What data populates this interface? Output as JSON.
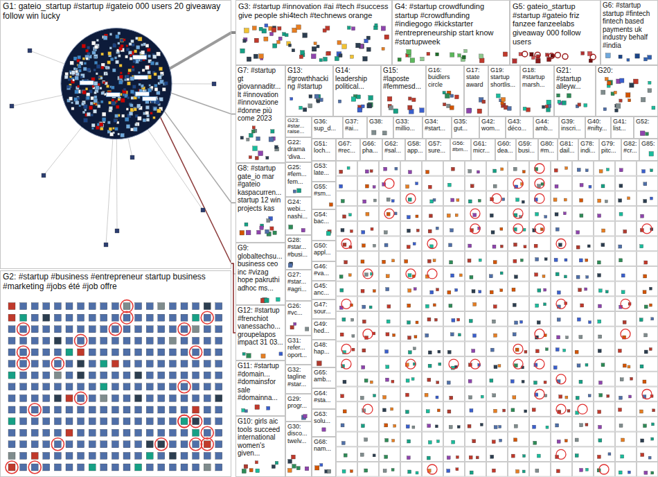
{
  "diagram": {
    "nodes": [
      {
        "text": [
          "G1: gateio_startup #startup #gateio 000 users 20 giveaway follow win lucky"
        ]
      },
      {
        "text": [
          "G2: #startup #business #entrepreneur startup business #marketing #jobs été #job offre"
        ]
      },
      {
        "text": [
          "G3: #startup #innovation #ai #tech #success give people shi4tech #technews orange"
        ]
      },
      {
        "text": [
          "G4: #startup crowdfunding startup #crowdfunding #indiegogo #kickstarter #entrepreneurship start know #startupweek"
        ]
      },
      {
        "text": [
          "G5: gateio_startup #startup #gateio friz fanzee fanzeelabs giveaway 000 follow users"
        ]
      },
      {
        "text": [
          "G6: #startup startup #fintech fintech based payments uk industry behalf #india"
        ]
      },
      {
        "text": [
          "G7: #startup gt giovannaditr... lt #innovation #innovazione #donne più come 2023"
        ]
      },
      {
        "text": [
          "G8: #startup gate_io mar #gateio kaspacurren... startup 12 win projects kas"
        ]
      },
      {
        "text": [
          "G9: globaltechsu... business ceo inc #vizag hope pakruthi adhoc ms..."
        ]
      },
      {
        "text": [
          "G12: #startup #frenchiot vanessacho... groupelapos impact 31 03..."
        ]
      },
      {
        "text": [
          "G11: #startup #domain... #domainsfor sale #domainna..."
        ]
      },
      {
        "text": [
          "G10: girls aic tools succeed international women's given..."
        ]
      },
      {
        "text": [
          "G13: #growthhacking #startup"
        ]
      },
      {
        "text": [
          "G14: leadership political..."
        ]
      },
      {
        "text": [
          "G15: #laposte #femmesd..."
        ]
      },
      {
        "text": [
          "G16: buidlers circle"
        ]
      },
      {
        "text": [
          "G17: state award"
        ]
      },
      {
        "text": [
          "G19: startup shortlis..."
        ]
      },
      {
        "text": [
          "G18: #startup marsh..."
        ]
      },
      {
        "text": [
          "G21: #startup alleyw..."
        ]
      },
      {
        "text": [
          "G20:"
        ]
      },
      {
        "text": [
          "G23: #star... raise..."
        ]
      },
      {
        "text": [
          "G22: drama 'diva..."
        ]
      },
      {
        "text": [
          "G25: #fem... fem..."
        ]
      },
      {
        "text": [
          "G24: webi... nashi..."
        ]
      },
      {
        "text": [
          "G28: #star... #busi..."
        ]
      },
      {
        "text": [
          "G27: #star... #agri..."
        ]
      },
      {
        "text": [
          "G26: #vc..."
        ]
      },
      {
        "text": [
          "G31: refer... oport..."
        ]
      },
      {
        "text": [
          "G32: tagline #star..."
        ]
      },
      {
        "text": [
          "G29: progr..."
        ]
      },
      {
        "text": [
          "G30: disco... twelv..."
        ]
      },
      {
        "text": [
          "G36: sup_d..."
        ]
      },
      {
        "text": [
          "G37: #ai..."
        ]
      },
      {
        "text": [
          "G38:"
        ]
      },
      {
        "text": [
          "G33: millio..."
        ]
      },
      {
        "text": [
          "G34: #start..."
        ]
      },
      {
        "text": [
          "G35: gut..."
        ]
      },
      {
        "text": [
          "G42: wom..."
        ]
      },
      {
        "text": [
          "G43: déco..."
        ]
      },
      {
        "text": [
          "G44: amb..."
        ]
      },
      {
        "text": [
          "G39: inscri..."
        ]
      },
      {
        "text": [
          "G40: #nifty..."
        ]
      },
      {
        "text": [
          "G41: list..."
        ]
      },
      {
        "text": [
          "G52:"
        ]
      },
      {
        "text": [
          "G51: loch..."
        ]
      },
      {
        "text": [
          "G67: #rec..."
        ]
      },
      {
        "text": [
          "G66: pha..."
        ]
      },
      {
        "text": [
          "G62: #sal..."
        ]
      },
      {
        "text": [
          "G58: app..."
        ]
      },
      {
        "text": [
          "G57: sure..."
        ]
      },
      {
        "text": [
          "G56: #bm..."
        ]
      },
      {
        "text": [
          "G61: micr..."
        ]
      },
      {
        "text": [
          "G60: dea..."
        ]
      },
      {
        "text": [
          "G59: busi..."
        ]
      },
      {
        "text": [
          "G80: #m..."
        ]
      },
      {
        "text": [
          "G81: dail..."
        ]
      },
      {
        "text": [
          "G78: indi..."
        ]
      },
      {
        "text": [
          "G79: pitc..."
        ]
      },
      {
        "text": [
          "G82: #cr..."
        ]
      },
      {
        "text": [
          "G85:"
        ]
      },
      {
        "text": [
          "G53: late..."
        ]
      },
      {
        "text": [
          "G55: #sm..."
        ]
      },
      {
        "text": [
          "G54: bac..."
        ]
      },
      {
        "text": [
          "G50: appl..."
        ]
      },
      {
        "text": [
          "G46: #va..."
        ]
      },
      {
        "text": [
          "G45: anc..."
        ]
      },
      {
        "text": [
          "G47: sour..."
        ]
      },
      {
        "text": [
          "G49: hed..."
        ]
      },
      {
        "text": [
          "G48: hap..."
        ]
      },
      {
        "text": [
          "G65: amb..."
        ]
      },
      {
        "text": [
          "G64: #sta..."
        ]
      },
      {
        "text": [
          "G63: solu..."
        ]
      },
      {
        "text": [
          "G68: nam..."
        ]
      }
    ],
    "edges": [
      {
        "from": 0,
        "to": 2,
        "arrow": "none"
      },
      {
        "from": 0,
        "to": 6,
        "arrow": "none"
      },
      {
        "from": 0,
        "to": 7,
        "arrow": "none"
      },
      {
        "from": 0,
        "to": 8,
        "arrow": "none"
      },
      {
        "from": 0,
        "to": 9,
        "arrow": "none"
      }
    ]
  }
}
